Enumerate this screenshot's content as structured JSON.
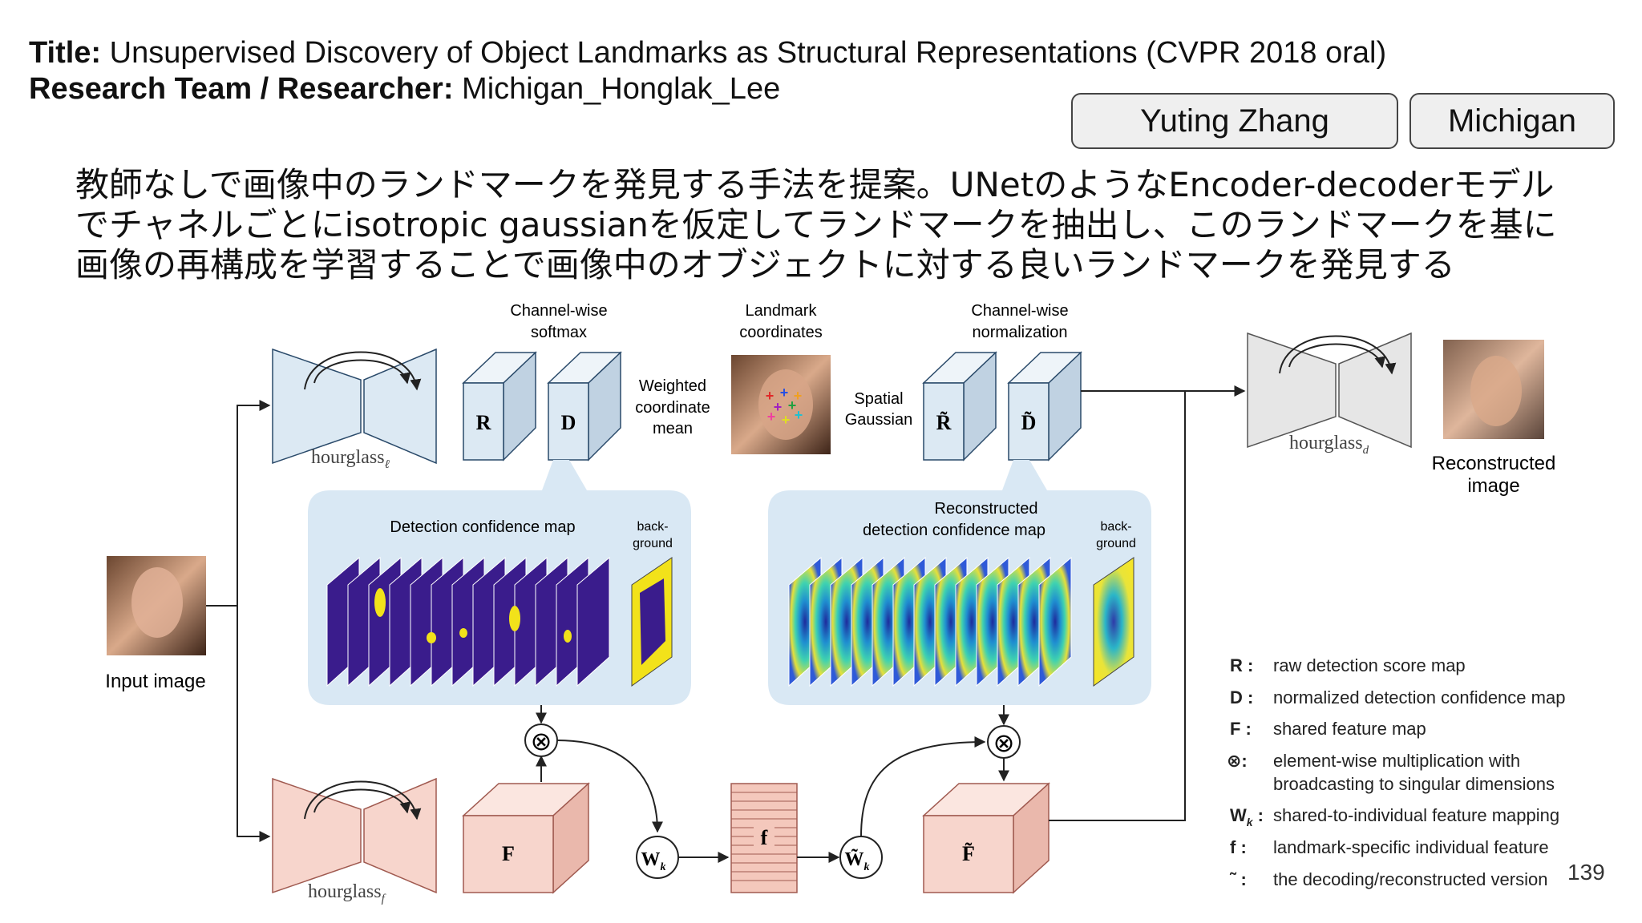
{
  "header": {
    "title_label": "Title:",
    "title_text": "Unsupervised Discovery of Object Landmarks as Structural Representations (CVPR 2018 oral)",
    "team_label": "Research Team / Researcher:",
    "team_text": "Michigan_Honglak_Lee"
  },
  "tags": [
    "Yuting Zhang",
    "Michigan"
  ],
  "summary": [
    "教師なしで画像中のランドマークを発見する手法を提案。UNetのようなEncoder-decoderモデル",
    "でチャネルごとにisotropic gaussianを仮定してランドマークを抽出し、このランドマークを基に",
    "画像の再構成を学習することで画像中のオブジェクトに対する良いランドマークを発見する"
  ],
  "diagram": {
    "channel_softmax": [
      "Channel-wise",
      "softmax"
    ],
    "landmark_coords": [
      "Landmark",
      "coordinates"
    ],
    "channel_norm": [
      "Channel-wise",
      "normalization"
    ],
    "weighted_mean": [
      "Weighted",
      "coordinate",
      "mean"
    ],
    "spatial_gaussian": [
      "Spatial",
      "Gaussian"
    ],
    "hourglass_l": "hourglass",
    "hourglass_l_sub": "ℓ",
    "hourglass_f": "hourglass",
    "hourglass_f_sub": "f",
    "hourglass_d": "hourglass",
    "hourglass_d_sub": "d",
    "reconstructed_image": [
      "Reconstructed",
      "image"
    ],
    "input_image": "Input image",
    "det_conf_map": "Detection confidence map",
    "recon_det_conf_map": [
      "Reconstructed",
      "detection confidence map"
    ],
    "background": [
      "back-",
      "ground"
    ],
    "block_R": "R",
    "block_D": "D",
    "block_R_tilde": "R̃",
    "block_D_tilde": "D̃",
    "block_F": "F",
    "block_F_tilde": "F̃",
    "block_f": "f",
    "wk": "W",
    "wk_sub": "k",
    "wk_tilde": "W̃",
    "multiply_symbol": "⊗"
  },
  "legend": [
    {
      "sym": "R :",
      "text": "raw detection score map"
    },
    {
      "sym": "D :",
      "text": "normalized detection confidence map"
    },
    {
      "sym": "F :",
      "text": "shared feature map"
    },
    {
      "sym": "⊗:",
      "text": "element-wise multiplication with"
    },
    {
      "sym": "",
      "text": "broadcasting to singular dimensions"
    },
    {
      "sym": "W",
      "sub": "k",
      "sym_after": " :",
      "text": "shared-to-individual feature mapping"
    },
    {
      "sym": "f :",
      "text": "landmark-specific individual feature"
    },
    {
      "sym": "˜ :",
      "text": "the decoding/reconstructed version"
    }
  ],
  "page_number": "139",
  "colors": {
    "blue_fill": "#dce9f3",
    "blue_stroke": "#2a4a6a",
    "pink_fill": "#f7d5cc",
    "pink_stroke": "#a05a50",
    "gray_fill": "#e6e6e6",
    "panel_fill": "#d9e8f4",
    "map_purple": "#3a1c8c",
    "map_yellow": "#f2e21a"
  }
}
